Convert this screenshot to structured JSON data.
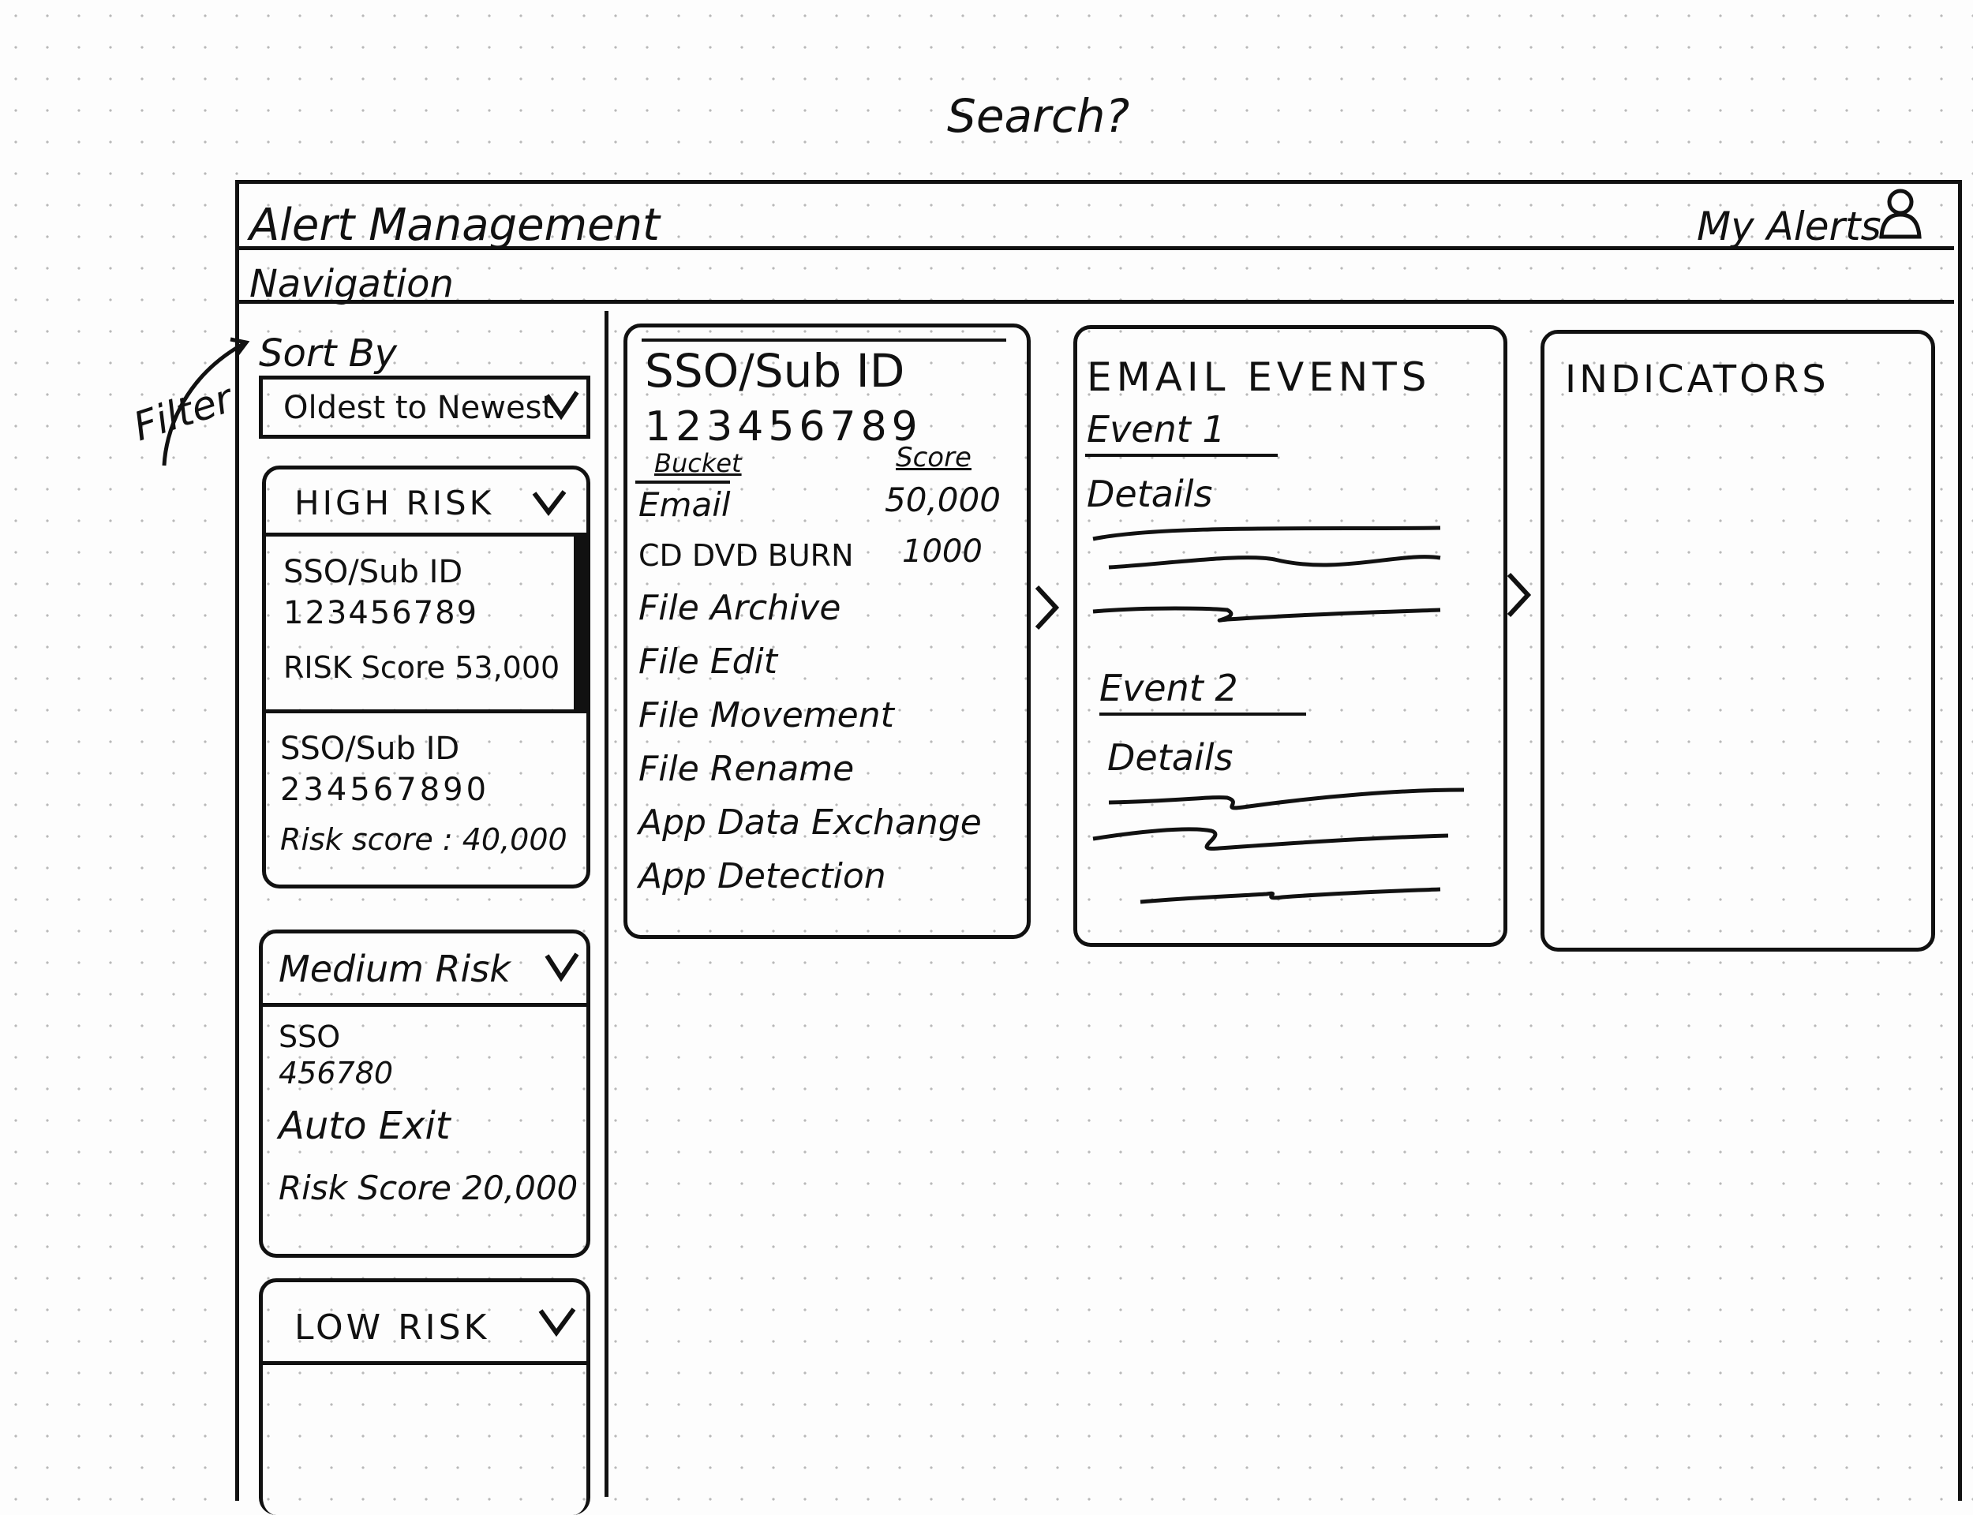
{
  "annotations": {
    "search": "Search?",
    "filter": "Filter"
  },
  "header": {
    "title": "Alert Management",
    "my_alerts": "My Alerts",
    "navigation": "Navigation"
  },
  "sidebar": {
    "sort_by_label": "Sort By",
    "sort_select_value": "Oldest to Newest",
    "groups": [
      {
        "label": "HIGH RISK",
        "alerts": [
          {
            "id_label": "SSO/Sub ID",
            "id_value": "123456789",
            "extra": "",
            "score": "RISK Score 53,000"
          },
          {
            "id_label": "SSO/Sub ID",
            "id_value": "234567890",
            "extra": "",
            "score": "Risk score : 40,000"
          }
        ]
      },
      {
        "label": "Medium Risk",
        "alerts": [
          {
            "id_label": "SSO",
            "id_value": "456780",
            "extra": "Auto Exit",
            "score": "Risk Score 20,000"
          }
        ]
      },
      {
        "label": "LOW RISK",
        "alerts": []
      }
    ]
  },
  "detail_panel": {
    "title": "SSO/Sub ID",
    "id_value": "123456789",
    "col_bucket": "Bucket",
    "col_score": "Score",
    "buckets": [
      {
        "name": "Email",
        "score": "50,000"
      },
      {
        "name": "CD DVD BURN",
        "score": "1000"
      },
      {
        "name": "File Archive",
        "score": ""
      },
      {
        "name": "File Edit",
        "score": ""
      },
      {
        "name": "File Movement",
        "score": ""
      },
      {
        "name": "File Rename",
        "score": ""
      },
      {
        "name": "App Data Exchange",
        "score": ""
      },
      {
        "name": "App Detection",
        "score": ""
      }
    ]
  },
  "events_panel": {
    "title": "EMAIL EVENTS",
    "events": [
      {
        "label": "Event 1",
        "details": "Details"
      },
      {
        "label": "Event 2",
        "details": "Details"
      }
    ]
  },
  "indicators_panel": {
    "title": "INDICATORS"
  },
  "icons": {
    "user": "user-icon",
    "dropdown": "chevron-down-icon",
    "next": "chevron-right-icon"
  }
}
